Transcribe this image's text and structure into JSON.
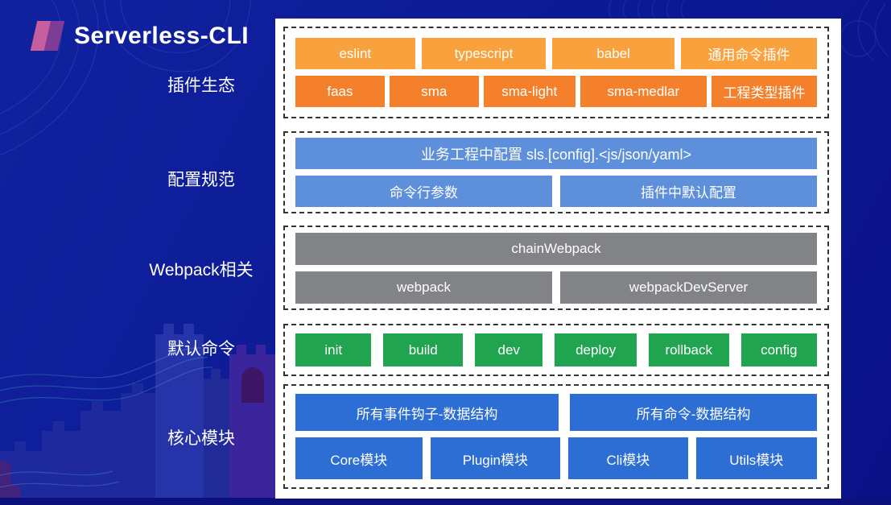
{
  "header": {
    "title": "Serverless-CLI"
  },
  "logo": {
    "pink": "#C75F9F",
    "purple": "#7F3C96"
  },
  "panel_background": "#FFFFFF",
  "page_background": "#0D1B96",
  "dashed_border_color": "#333333",
  "sections": [
    {
      "label": "插件生态",
      "rows": [
        {
          "color": "#F9A13C",
          "items": [
            {
              "label": "eslint",
              "flex": 145
            },
            {
              "label": "typescript",
              "flex": 151
            },
            {
              "label": "babel",
              "flex": 148
            },
            {
              "label": "通用命令插件",
              "flex": 165
            }
          ]
        },
        {
          "color": "#F5802B",
          "items": [
            {
              "label": "faas",
              "flex": 110
            },
            {
              "label": "sma",
              "flex": 110
            },
            {
              "label": "sma-light",
              "flex": 113
            },
            {
              "label": "sma-medlar",
              "flex": 156
            },
            {
              "label": "工程类型插件",
              "flex": 130
            }
          ]
        }
      ]
    },
    {
      "label": "配置规范",
      "rows": [
        {
          "color": "#5E8FDB",
          "items": [
            {
              "label": "业务工程中配置 sls.[config].<js/json/yaml>",
              "flex": 1
            }
          ]
        },
        {
          "color": "#5E8FDB",
          "items": [
            {
              "label": "命令行参数",
              "flex": 1
            },
            {
              "label": "插件中默认配置",
              "flex": 1
            }
          ]
        }
      ]
    },
    {
      "label": "Webpack相关",
      "rows": [
        {
          "color": "#818387",
          "items": [
            {
              "label": "chainWebpack",
              "flex": 1
            }
          ]
        },
        {
          "color": "#818387",
          "items": [
            {
              "label": "webpack",
              "flex": 1
            },
            {
              "label": "webpackDevServer",
              "flex": 1
            }
          ]
        }
      ]
    },
    {
      "label": "默认命令",
      "rows": [
        {
          "color": "#21A44F",
          "items": [
            {
              "label": "init",
              "flex": 93
            },
            {
              "label": "build",
              "flex": 97
            },
            {
              "label": "dev",
              "flex": 83
            },
            {
              "label": "deploy",
              "flex": 100
            },
            {
              "label": "rollback",
              "flex": 98
            },
            {
              "label": "config",
              "flex": 93
            }
          ]
        }
      ]
    },
    {
      "label": "核心模块",
      "rows": [
        {
          "color": "#2D6ED5",
          "items": [
            {
              "label": "所有事件钩子-数据结构",
              "flex": 323
            },
            {
              "label": "所有命令-数据结构",
              "flex": 303
            }
          ]
        },
        {
          "color": "#2D6ED5",
          "items": [
            {
              "label": "Core模块",
              "flex": 155
            },
            {
              "label": "Plugin模块",
              "flex": 159
            },
            {
              "label": "Cli模块",
              "flex": 146
            },
            {
              "label": "Utils模块",
              "flex": 148
            }
          ]
        }
      ]
    }
  ]
}
